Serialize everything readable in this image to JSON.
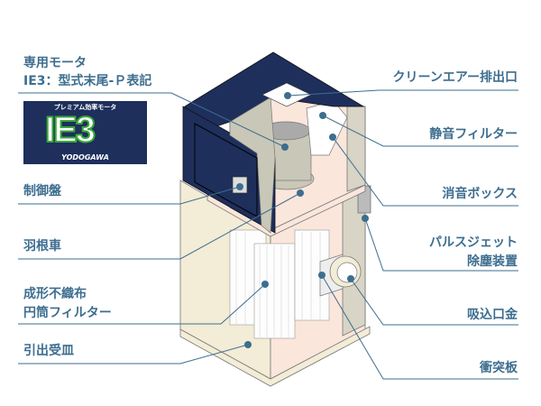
{
  "labels_left": {
    "motor_line1": "専用モータ",
    "motor_line2": "IE3：型式末尾-Ｐ表記",
    "control_panel": "制御盤",
    "impeller": "羽根車",
    "filter_line1": "成形不織布",
    "filter_line2": "円筒フィルター",
    "tray": "引出受皿"
  },
  "labels_right": {
    "exhaust": "クリーンエアー排出口",
    "silent_filter": "静音フィルター",
    "silencer_box": "消音ボックス",
    "pulse_line1": "パルスジェット",
    "pulse_line2": "除塵装置",
    "inlet": "吸込口金",
    "baffle": "衝突板"
  },
  "logo": {
    "tagline": "プレミアム効率モータ",
    "mark": "IE3",
    "brand": "YODOGAWA"
  },
  "colors": {
    "label": "#3d6e8f",
    "navy": "#1e2f5c",
    "beige": "#f3ecd6",
    "interior": "#fbe6dc",
    "accent_green": "#3aa83a"
  }
}
